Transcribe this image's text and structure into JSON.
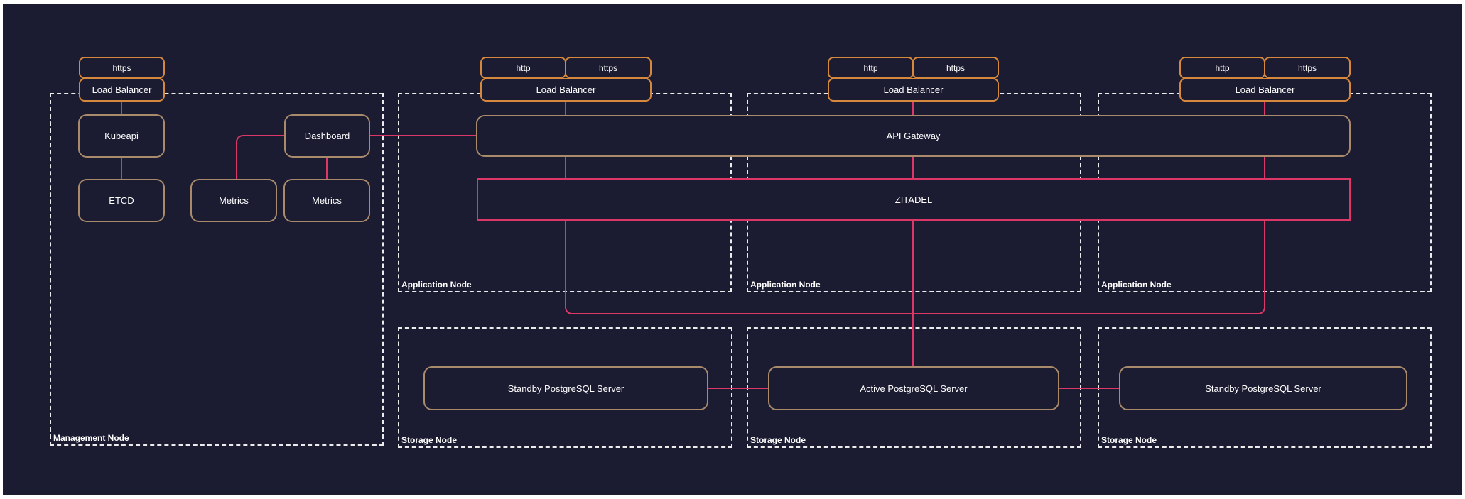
{
  "regions": {
    "management": {
      "label": "Management Node"
    },
    "application": {
      "label": "Application Node"
    },
    "storage": {
      "label": "Storage Node"
    }
  },
  "load_balancers": {
    "label": "Load Balancer",
    "protocols": {
      "http": "http",
      "https": "https"
    }
  },
  "components": {
    "kubeapi": "Kubeapi",
    "etcd": "ETCD",
    "dashboard": "Dashboard",
    "metrics": "Metrics",
    "api_gateway": "API Gateway",
    "zitadel": "ZITADEL",
    "standby_postgres": "Standby PostgreSQL Server",
    "active_postgres": "Active PostgreSQL Server"
  },
  "colors": {
    "canvas-bg": "#1b1b31",
    "frame-bg": "#ffffff",
    "orange-border": "#d6883c",
    "tan-border": "#a98b6b",
    "pink-line": "#dc3766",
    "dashed-border": "#ececec",
    "text": "#ffffff"
  }
}
